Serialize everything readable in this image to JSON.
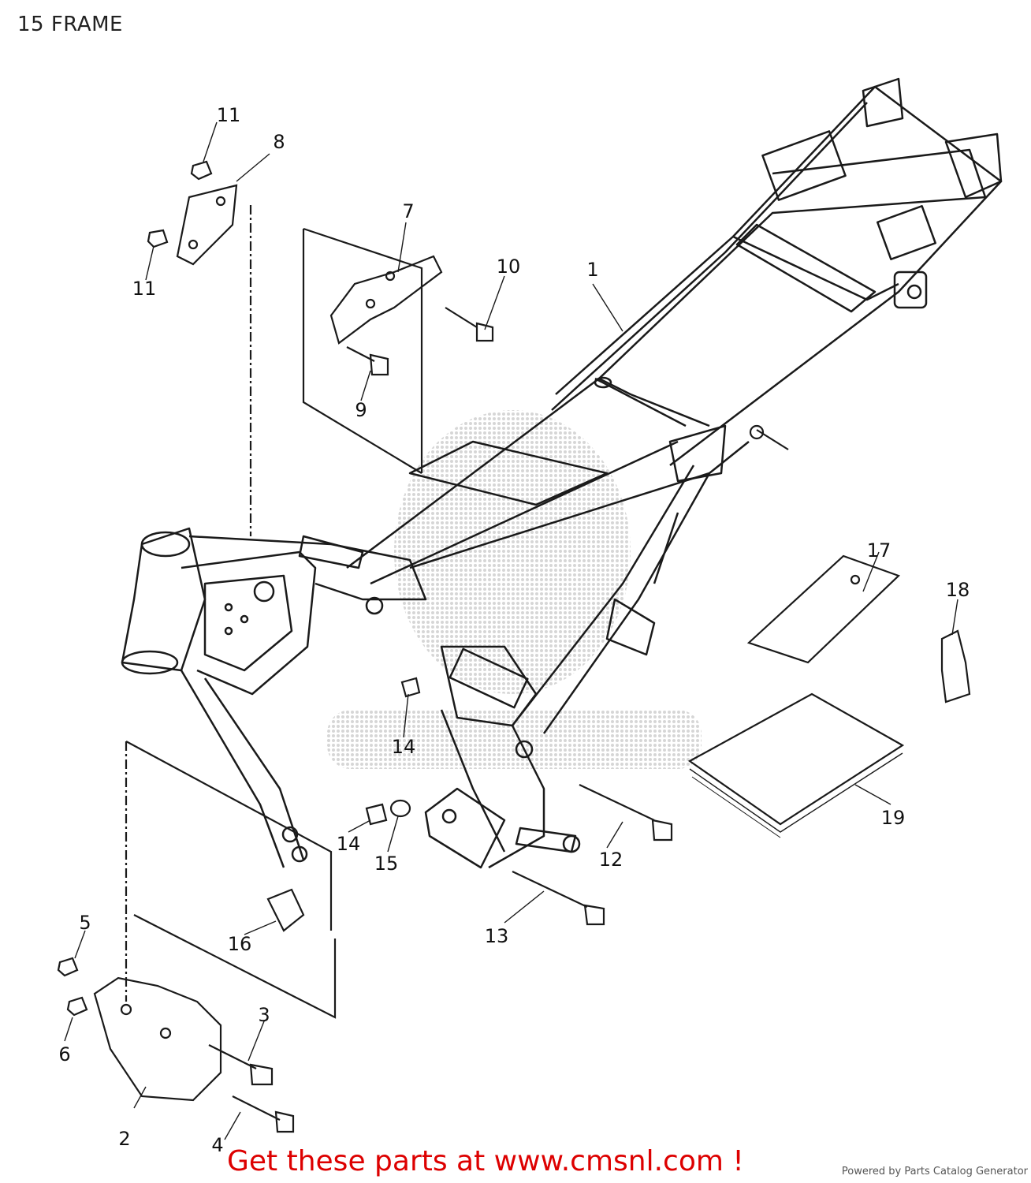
{
  "title": "15 FRAME",
  "callouts": [
    "1",
    "2",
    "3",
    "4",
    "5",
    "6",
    "7",
    "8",
    "9",
    "10",
    "11",
    "11",
    "12",
    "13",
    "14",
    "14",
    "15",
    "16",
    "17",
    "18",
    "19"
  ],
  "footer": {
    "cta": "Get these parts at www.cmsnl.com !",
    "powered_by": "Powered by Parts Catalog Generator"
  },
  "colors": {
    "line": "#1a1a1a",
    "cta": "#dd0000",
    "watermark": "#cfcfcf"
  }
}
